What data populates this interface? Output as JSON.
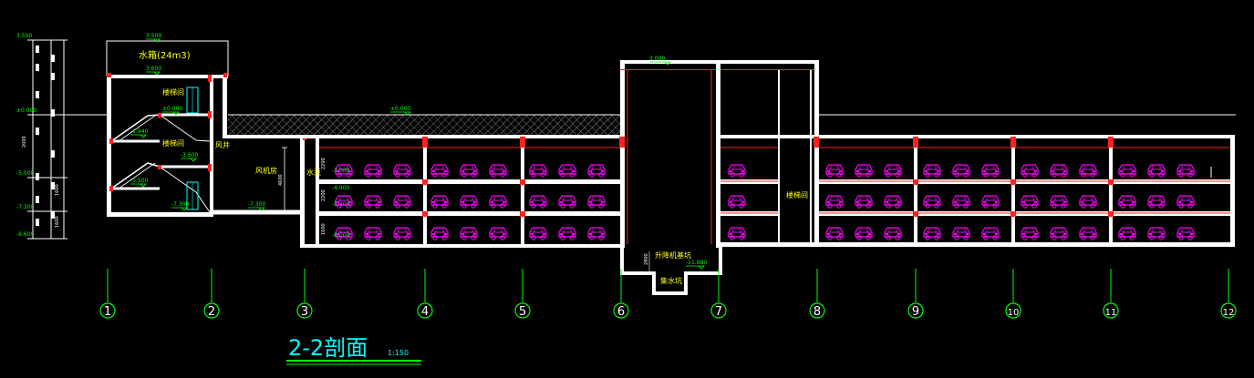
{
  "colors": {
    "background": "#000000",
    "wall": "#ffffff",
    "level_marker": "#00ff00",
    "car": "#ff00ff",
    "beam": "#ff2020",
    "slab_line": "#ff2020",
    "label": "#ffff00",
    "axis": "#00ff00",
    "title": "#00ffff",
    "dimension": "#ffffff"
  },
  "title": {
    "text": "2-2剖面",
    "scale": "1:150"
  },
  "elevations": {
    "roof_top": "3.500",
    "roof": "3.500",
    "tank_floor": "3.600",
    "ground": "±0.000",
    "ground_mid": "±0.000",
    "stair_ground": "±0.000",
    "lift_top": "3.000",
    "stair_1": "-1.940",
    "stair_2": "-3.600",
    "stair_3": "-5.500",
    "stair_4": "-7.300",
    "fan_room_floor": "-7.300",
    "level_b1": "-3.000",
    "level_b2a": "-4.900",
    "level_b2b": "-5.300",
    "level_b3": "-6.000",
    "pit_bottom": "-11.880",
    "side_1": "3.500",
    "side_2": "±0.000",
    "side_3": "-5.000",
    "side_4": "-7.300",
    "side_5": "-9.600"
  },
  "labels": {
    "water_tank": "水箱(24m3)",
    "stairwell_top": "楼梯间",
    "stairwell_mid": "楼梯间",
    "air_shaft": "风井",
    "fan_room": "风机房",
    "water_pump": "水泵",
    "lift_pit": "升降机基坑",
    "sump": "集水坑",
    "stairwell_right": "楼梯间"
  },
  "dimensions": {
    "fan_room_height": "4600",
    "bay_1": "2200",
    "bay_2": "2200",
    "bay_3": "1600",
    "pit_depth": "2800",
    "side_total": "2000",
    "side_a": "1600",
    "side_b": "1600"
  },
  "axes": [
    "1",
    "2",
    "3",
    "4",
    "5",
    "6",
    "7",
    "8",
    "9",
    "10",
    "11",
    "12"
  ]
}
